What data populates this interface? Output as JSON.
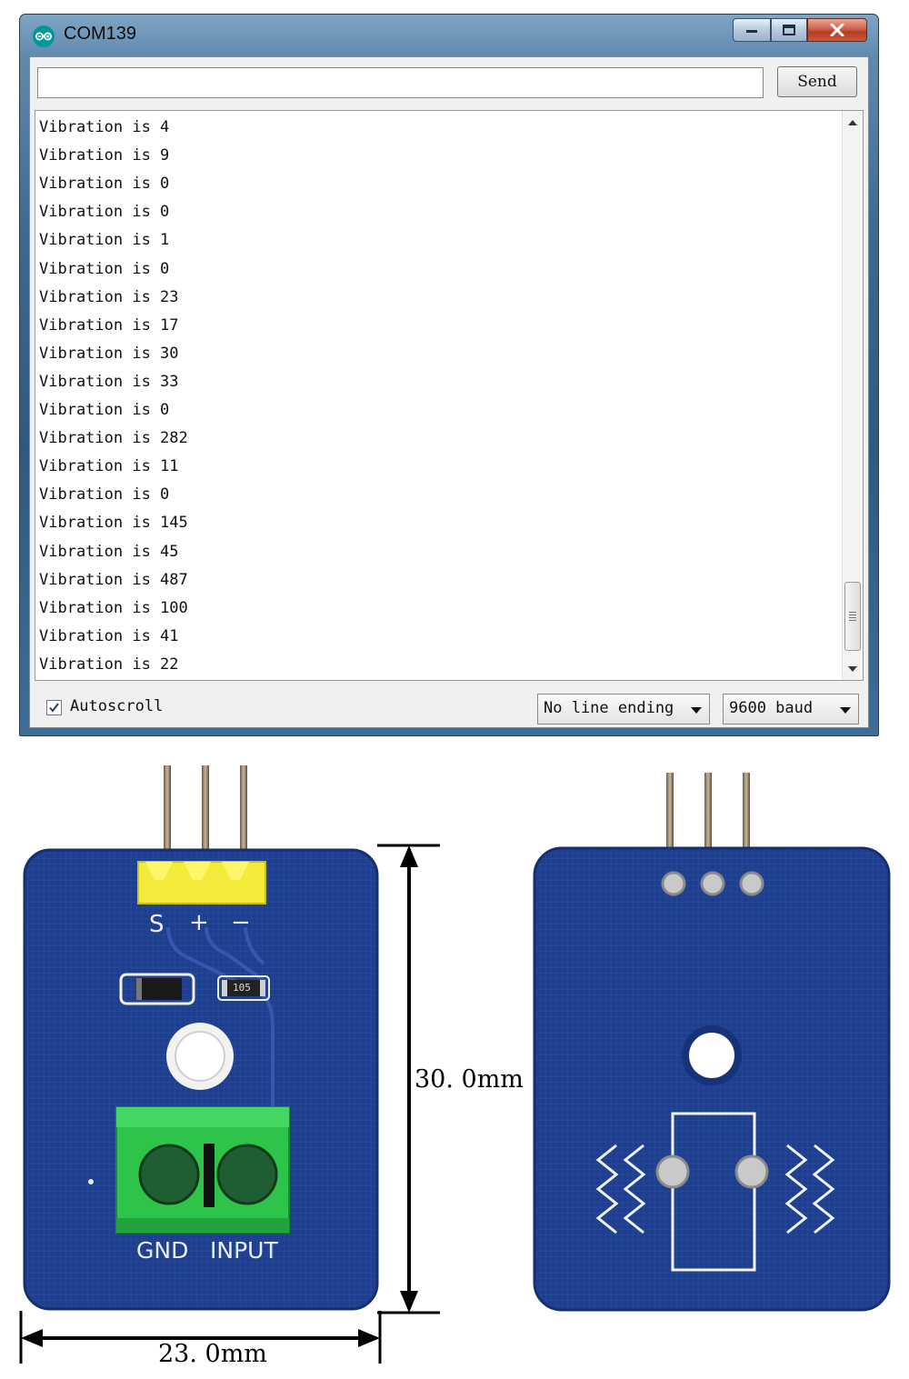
{
  "window": {
    "title": "COM139",
    "app_icon": "arduino-icon",
    "buttons": [
      "minimize-icon",
      "maximize-icon",
      "close-icon"
    ]
  },
  "toolbar": {
    "input_value": "",
    "send_label": "Send"
  },
  "serial_output": [
    "Vibration is 4",
    "Vibration is 9",
    "Vibration is 0",
    "Vibration is 0",
    "Vibration is 1",
    "Vibration is 0",
    "Vibration is 23",
    "Vibration is 17",
    "Vibration is 30",
    "Vibration is 33",
    "Vibration is 0",
    "Vibration is 282",
    "Vibration is 11",
    "Vibration is 0",
    "Vibration is 145",
    "Vibration is 45",
    "Vibration is 487",
    "Vibration is 100",
    "Vibration is 41",
    "Vibration is 22"
  ],
  "footer": {
    "autoscroll_label": "Autoscroll",
    "autoscroll_checked": true,
    "line_ending": "No line ending",
    "baud": "9600 baud"
  },
  "board_front": {
    "pin_labels": [
      "S",
      "+",
      "−"
    ],
    "terminal_labels": [
      "GND",
      "INPUT"
    ],
    "resistor_marking": "105",
    "width_label": "23. 0mm",
    "height_label": "30. 0mm"
  },
  "colors": {
    "pcb": "#1f3f8e",
    "terminal": "#2ec44a",
    "header": "#f3ea3a"
  }
}
